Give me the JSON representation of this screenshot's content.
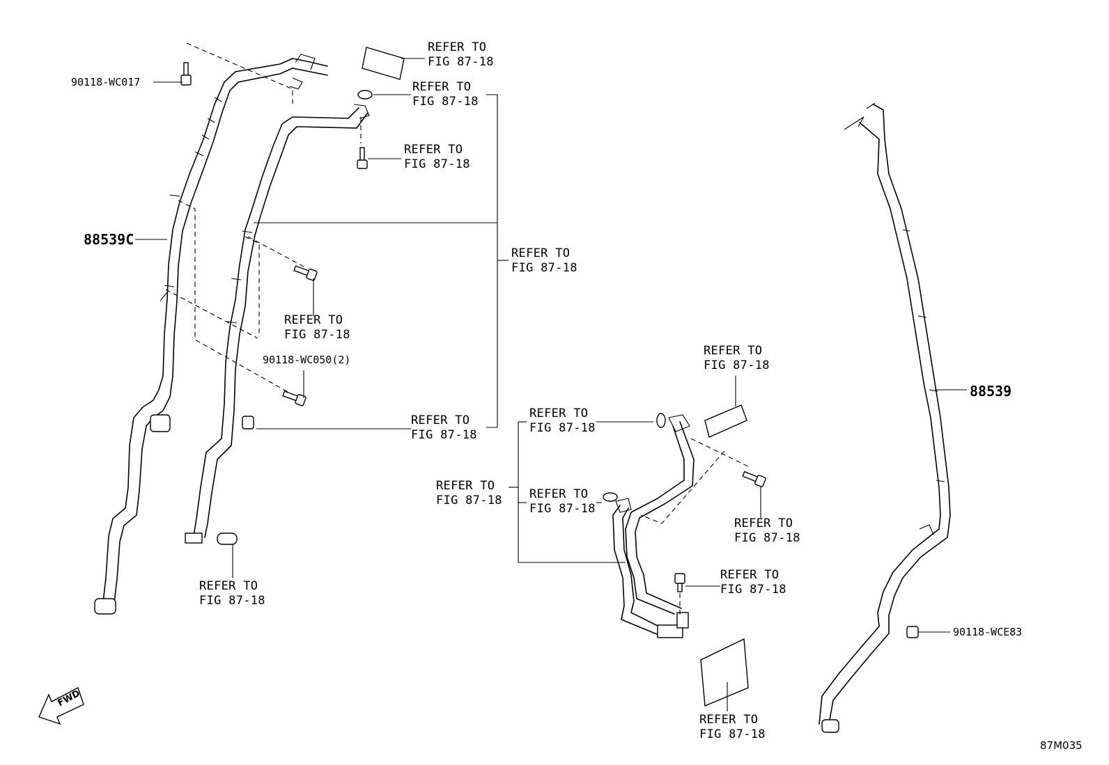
{
  "refer_to_text": "REFER TO",
  "fig_text": "FIG 87-18",
  "part_numbers": {
    "left_hose": "88539C",
    "right_hose": "88539",
    "bolt_top": "90118-WC017",
    "bolt_mid": "90118-WC050(2)",
    "clip_right": "90118-WCE83"
  },
  "fwd_label": "FWD",
  "diagram_code": "87M035"
}
